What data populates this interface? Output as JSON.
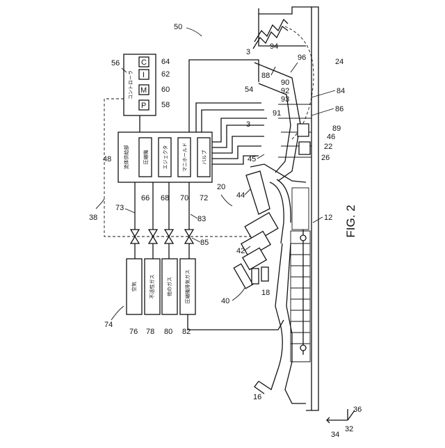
{
  "figure": {
    "title": "FIG. 2"
  },
  "controller": {
    "label": "コントローラ",
    "ref": "56",
    "modules": [
      {
        "letter": "C",
        "ref": "64"
      },
      {
        "letter": "I",
        "ref": "62"
      },
      {
        "letter": "M",
        "ref": "60"
      },
      {
        "letter": "P",
        "ref": "58"
      }
    ]
  },
  "flow_system": {
    "label": "流体供給部",
    "ref": "48",
    "parts": [
      {
        "label": "圧縮機",
        "ref": "66"
      },
      {
        "label": "エジェクタ",
        "ref": "68"
      },
      {
        "label": "マニホールド",
        "ref": "70"
      },
      {
        "label": "バルブ",
        "ref": "72"
      }
    ]
  },
  "sources": {
    "group_ref": "74",
    "items": [
      {
        "label": "空気",
        "ref": "76"
      },
      {
        "label": "不活性ガス",
        "ref": "78"
      },
      {
        "label": "他のガス",
        "ref": "80"
      },
      {
        "label": "圧縮機排気ガス",
        "ref": "82"
      }
    ]
  },
  "refs": {
    "r3a": "3",
    "r3b": "3",
    "r12": "12",
    "r16": "16",
    "r18": "18",
    "r20": "20",
    "r22": "22",
    "r24": "24",
    "r26": "26",
    "r32": "32",
    "r34": "34",
    "r36": "36",
    "r38": "38",
    "r40": "40",
    "r42": "42",
    "r44": "44",
    "r45": "45",
    "r46": "46",
    "r50": "50",
    "r54": "54",
    "r73": "73",
    "r83": "83",
    "r84": "84",
    "r85": "85",
    "r86": "86",
    "r88": "88",
    "r89": "89",
    "r90": "90",
    "r91": "91",
    "r92": "92",
    "r93": "93",
    "r94": "94",
    "r96": "96"
  }
}
